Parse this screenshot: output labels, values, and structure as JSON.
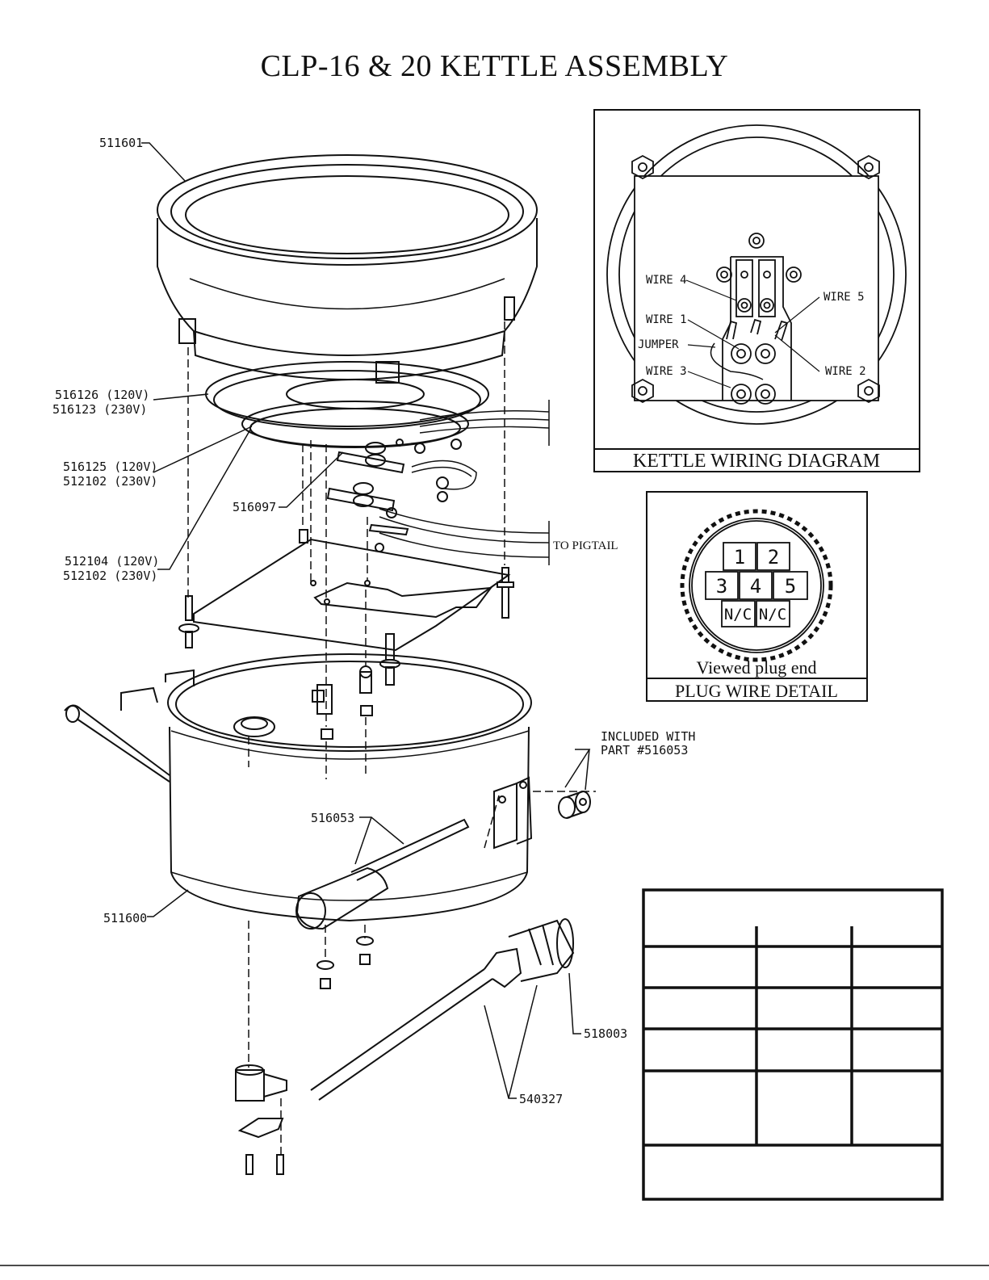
{
  "title": "CLP-16 & 20 KETTLE ASSEMBLY",
  "callouts": {
    "c511601": "511601",
    "c516126": "516126 (120V)",
    "c516123": "516123 (230V)",
    "c516125": "516125 (120V)",
    "c512102a": "512102 (230V)",
    "c516097": "516097",
    "c512104": "512104 (120V)",
    "c512102b": "512102 (230V)",
    "c511600": "511600",
    "c516053": "516053",
    "included1": "INCLUDED WITH",
    "included2": "PART #516053",
    "c518003": "518003",
    "c540327": "540327",
    "to_pigtail": "TO PIGTAIL"
  },
  "wiring": {
    "caption": "KETTLE WIRING DIAGRAM",
    "wire4": "WIRE 4",
    "wire5": "WIRE 5",
    "wire1": "WIRE 1",
    "jumper": "JUMPER",
    "wire3": "WIRE 3",
    "wire2": "WIRE 2"
  },
  "plug": {
    "caption": "PLUG WIRE DETAIL",
    "viewed": "Viewed plug end",
    "pins": [
      "1",
      "2",
      "3",
      "4",
      "5",
      "N/C",
      "N/C"
    ]
  },
  "empty_table": {
    "rows": 5,
    "columns": 3
  }
}
